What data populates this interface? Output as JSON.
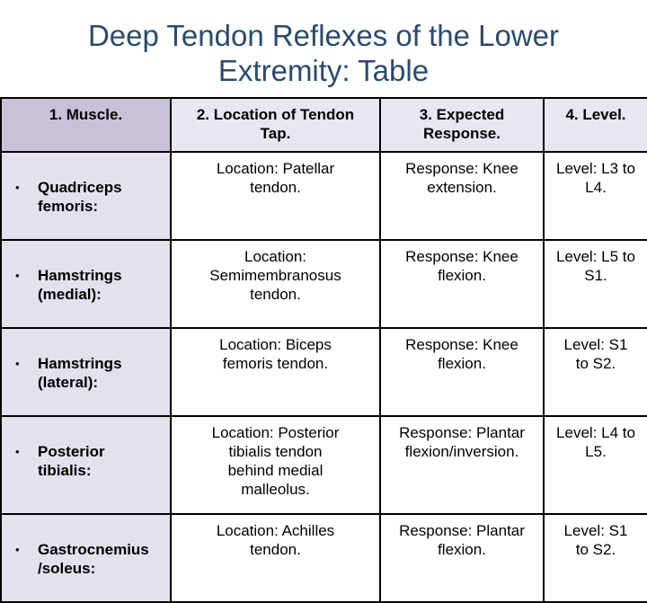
{
  "slide": {
    "title_lines": [
      "Deep Tendon Reflexes of the Lower",
      "Extremity: Table"
    ],
    "title_color": "#2b4a6d"
  },
  "table": {
    "bullet": "•",
    "headers": [
      "1. Muscle.",
      "2. Location of Tendon\nTap.",
      "3. Expected\nResponse.",
      "4. Level."
    ],
    "rows": [
      {
        "muscle": "Quadriceps\nfemoris:",
        "location": "Location: Patellar\ntendon.",
        "response": "Response: Knee\nextension.",
        "level": "Level: L3 to\nL4."
      },
      {
        "muscle": "Hamstrings\n(medial):",
        "location": "Location:\nSemimembranosus\ntendon.",
        "response": "Response: Knee\nflexion.",
        "level": "Level: L5 to\nS1."
      },
      {
        "muscle": "Hamstrings\n(lateral):",
        "location": "Location: Biceps\nfemoris tendon.",
        "response": "Response: Knee\nflexion.",
        "level": "Level: S1\nto S2."
      },
      {
        "muscle": "Posterior\ntibialis:",
        "location": "Location: Posterior\ntibialis tendon\nbehind medial\nmalleolus.",
        "response": "Response: Plantar\nflexion/inversion.",
        "level": "Level: L4 to\nL5."
      },
      {
        "muscle": "Gastrocnemius\n/soleus:",
        "location": "Location: Achilles\ntendon.",
        "response": "Response: Plantar\nflexion.",
        "level": "Level: S1\nto S2."
      }
    ],
    "colors": {
      "header_muscle_bg": "#c9c1d8",
      "header_bg": "#e9e5f1",
      "muscle_col_bg": "#e4e0ec",
      "cell_bg": "#ffffff",
      "border": "#000000"
    }
  }
}
